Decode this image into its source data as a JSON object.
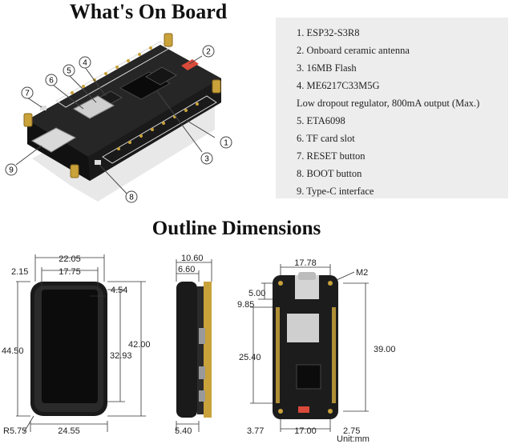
{
  "titles": {
    "top": "What's On Board",
    "outline": "Outline Dimensions"
  },
  "specs": [
    "1. ESP32-S3R8",
    "2. Onboard ceramic antenna",
    "3. 16MB Flash",
    "4. ME6217C33M5G",
    "Low dropout regulator, 800mA output (Max.)",
    "5. ETA6098",
    "6. TF card slot",
    "7. RESET button",
    "8. BOOT button",
    "9. Type-C interface"
  ],
  "callouts": [
    "1",
    "2",
    "3",
    "4",
    "5",
    "6",
    "7",
    "8",
    "9"
  ],
  "front_view": {
    "width_outer": "22.05",
    "width_inner": "17.75",
    "left_margin": "2.15",
    "top_inset": "4.54",
    "height": "42.00",
    "height_outer": "44.50",
    "height_inner": "32.93",
    "radius": "R5.75",
    "bottom_width": "24.55"
  },
  "side_view": {
    "depth_total": "10.60",
    "depth_part": "6.60",
    "bottom_depth": "5.40"
  },
  "back_view": {
    "width": "17.78",
    "hole": "M2",
    "top_a": "5.00",
    "top_b": "9.85",
    "pin_span": "25.40",
    "height": "39.00",
    "bottom_left": "3.77",
    "bottom_width": "17.00",
    "bottom_right": "2.75"
  },
  "unit": "Unit:mm",
  "colors": {
    "board": "#1c1c1c",
    "gold": "#c9a23a",
    "panel": "#ededed",
    "dimension_line": "#333333"
  }
}
